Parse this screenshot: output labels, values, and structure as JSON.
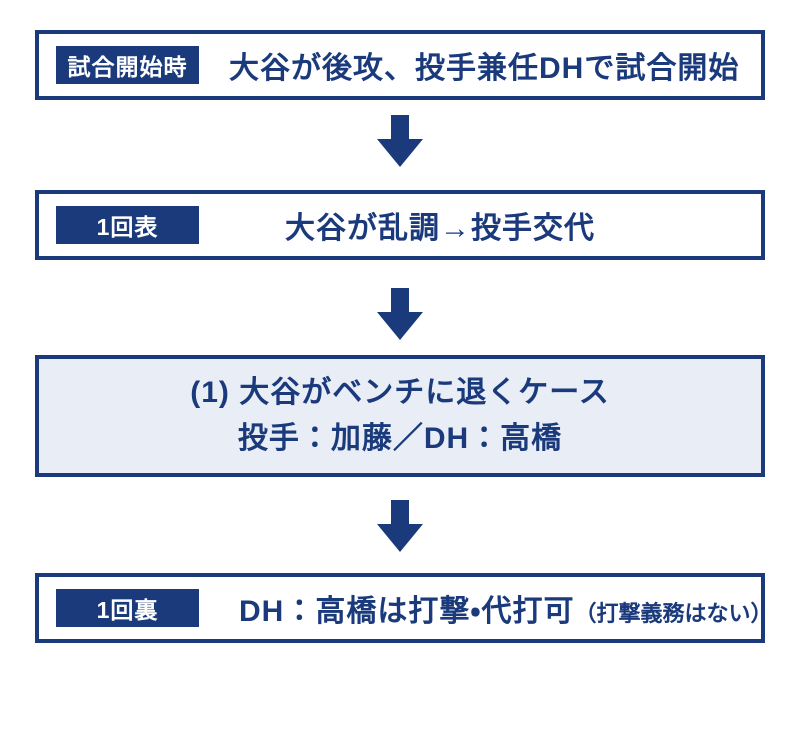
{
  "colors": {
    "navy": "#1a3a7c",
    "panel_bg": "#e9edf5",
    "box_bg": "#ffffff",
    "badge_text": "#ffffff"
  },
  "diagram": {
    "steps": [
      {
        "badge": "試合開始時",
        "text": "大谷が後攻、投手兼任DHで試合開始"
      },
      {
        "badge": "1回表",
        "text": "大谷が乱調→投手交代"
      },
      {
        "title": "(1) 大谷がベンチに退くケース",
        "subtitle": "投手：加藤／DH：高橋"
      },
      {
        "badge": "1回裏",
        "text": "DH：高橋は打撃・代打可",
        "note": "（打撃義務はない）"
      }
    ],
    "arrow_icon": "down-block-arrow"
  }
}
